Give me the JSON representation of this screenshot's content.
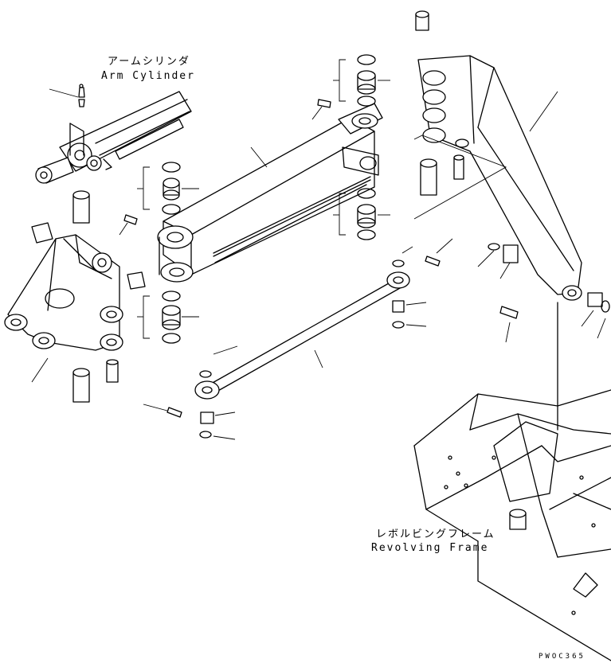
{
  "labels": {
    "arm_cylinder_jp": "アームシリンダ",
    "arm_cylinder_en": "Arm Cylinder",
    "revolving_frame_jp": "レボルビングフレーム",
    "revolving_frame_en": "Revolving Frame"
  },
  "drawing_code": "PWOC365"
}
